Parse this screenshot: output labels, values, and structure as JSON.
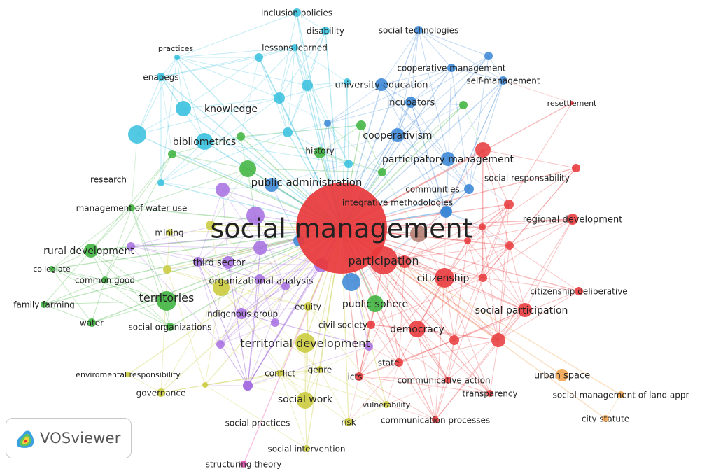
{
  "app": {
    "name": "VOSviewer",
    "logo_icon": "vosviewer-density-map-icon"
  },
  "colors": {
    "red": "#e8383b",
    "blue": "#3a86d6",
    "cyan": "#36c0de",
    "green": "#3cb33c",
    "purple": "#a66ee0",
    "yellow": "#c9ca3b",
    "orange": "#f0a24a",
    "pink": "#e54fb0",
    "brown": "#b07a6e"
  },
  "network": {
    "nodes": [
      {
        "id": "social_management",
        "label": "social management",
        "color": "red",
        "weight": 10
      },
      {
        "id": "participation",
        "label": "participation",
        "color": "red",
        "weight": 6
      },
      {
        "id": "citizenship",
        "label": "citizenship",
        "color": "red",
        "weight": 5
      },
      {
        "id": "social_participation",
        "label": "social participation",
        "color": "red",
        "weight": 4
      },
      {
        "id": "democracy",
        "label": "democracy",
        "color": "red",
        "weight": 4
      },
      {
        "id": "regional_development",
        "label": "regional development",
        "color": "red",
        "weight": 3
      },
      {
        "id": "social_responsability",
        "label": "social responsability",
        "color": "red",
        "weight": 2
      },
      {
        "id": "resettlement",
        "label": "resettlement",
        "color": "red",
        "weight": 1
      },
      {
        "id": "citizenship_deliberative",
        "label": "citizenship deliberative",
        "color": "red",
        "weight": 2
      },
      {
        "id": "state",
        "label": "state",
        "color": "red",
        "weight": 2
      },
      {
        "id": "icts",
        "label": "icts",
        "color": "red",
        "weight": 2
      },
      {
        "id": "communicative_action",
        "label": "communicative action",
        "color": "red",
        "weight": 2
      },
      {
        "id": "transparency",
        "label": "transparency",
        "color": "red",
        "weight": 2
      },
      {
        "id": "communication_processes",
        "label": "communication processes",
        "color": "red",
        "weight": 2
      },
      {
        "id": "civil_society",
        "label": "civil society",
        "color": "red",
        "weight": 2
      },
      {
        "id": "participatory_management",
        "label": "participatory management",
        "color": "blue",
        "weight": 4
      },
      {
        "id": "cooperativism",
        "label": "cooperativism",
        "color": "blue",
        "weight": 3
      },
      {
        "id": "university_education",
        "label": "university education",
        "color": "blue",
        "weight": 3
      },
      {
        "id": "incubators",
        "label": "incubators",
        "color": "blue",
        "weight": 3
      },
      {
        "id": "cooperative_management",
        "label": "cooperative management",
        "color": "blue",
        "weight": 2
      },
      {
        "id": "self_management",
        "label": "self-management",
        "color": "blue",
        "weight": 2
      },
      {
        "id": "social_technologies",
        "label": "social technologies",
        "color": "blue",
        "weight": 2
      },
      {
        "id": "communities",
        "label": "communities",
        "color": "blue",
        "weight": 2
      },
      {
        "id": "integrative_methodologies",
        "label": "integrative methodologies",
        "color": "blue",
        "weight": 2
      },
      {
        "id": "public_administration",
        "label": "public administration",
        "color": "blue",
        "weight": 4
      },
      {
        "id": "knowledge",
        "label": "knowledge",
        "color": "cyan",
        "weight": 3
      },
      {
        "id": "bibliometrics",
        "label": "bibliometrics",
        "color": "cyan",
        "weight": 3
      },
      {
        "id": "enapegs",
        "label": "enapegs",
        "color": "cyan",
        "weight": 2
      },
      {
        "id": "practices",
        "label": "practices",
        "color": "cyan",
        "weight": 1
      },
      {
        "id": "lessons_learned",
        "label": "lessons learned",
        "color": "cyan",
        "weight": 2
      },
      {
        "id": "disability",
        "label": "disability",
        "color": "cyan",
        "weight": 2
      },
      {
        "id": "inclusion_policies",
        "label": "inclusion policies",
        "color": "cyan",
        "weight": 2
      },
      {
        "id": "research",
        "label": "research",
        "color": "cyan",
        "weight": 1
      },
      {
        "id": "history",
        "label": "history",
        "color": "green",
        "weight": 2
      },
      {
        "id": "rural_development",
        "label": "rural development",
        "color": "green",
        "weight": 4
      },
      {
        "id": "territories",
        "label": "territories",
        "color": "green",
        "weight": 5
      },
      {
        "id": "public_sphere",
        "label": "public sphere",
        "color": "green",
        "weight": 4
      },
      {
        "id": "management_of_water_use",
        "label": "management of water use",
        "color": "green",
        "weight": 1
      },
      {
        "id": "collegiate",
        "label": "collegiate",
        "color": "green",
        "weight": 1
      },
      {
        "id": "common_good",
        "label": "common good",
        "color": "green",
        "weight": 2
      },
      {
        "id": "family_farming",
        "label": "family farming",
        "color": "green",
        "weight": 2
      },
      {
        "id": "water",
        "label": "water",
        "color": "green",
        "weight": 2
      },
      {
        "id": "social_organizations",
        "label": "social organizations",
        "color": "green",
        "weight": 2
      },
      {
        "id": "mining",
        "label": "mining",
        "color": "yellow",
        "weight": 1
      },
      {
        "id": "third_sector",
        "label": "third sector",
        "color": "purple",
        "weight": 3
      },
      {
        "id": "organizational_analysis",
        "label": "organizational analysis",
        "color": "yellow",
        "weight": 3
      },
      {
        "id": "indigenous_group",
        "label": "indigenous group",
        "color": "purple",
        "weight": 2
      },
      {
        "id": "equity",
        "label": "equity",
        "color": "yellow",
        "weight": 2
      },
      {
        "id": "territorial_development",
        "label": "territorial development",
        "color": "yellow",
        "weight": 5
      },
      {
        "id": "enviromental_responsibility",
        "label": "enviromental responsibility",
        "color": "yellow",
        "weight": 1
      },
      {
        "id": "conflict",
        "label": "conflict",
        "color": "yellow",
        "weight": 2
      },
      {
        "id": "genre",
        "label": "genre",
        "color": "yellow",
        "weight": 2
      },
      {
        "id": "governance",
        "label": "governance",
        "color": "yellow",
        "weight": 2
      },
      {
        "id": "social_work",
        "label": "social work",
        "color": "yellow",
        "weight": 4
      },
      {
        "id": "social_practices",
        "label": "social practices",
        "color": "purple",
        "weight": 2
      },
      {
        "id": "vulnerability",
        "label": "vulnerability",
        "color": "yellow",
        "weight": 2
      },
      {
        "id": "risk",
        "label": "risk",
        "color": "yellow",
        "weight": 2
      },
      {
        "id": "social_intervention",
        "label": "social intervention",
        "color": "yellow",
        "weight": 2
      },
      {
        "id": "structuring_theory",
        "label": "structuring theory",
        "color": "pink",
        "weight": 2
      },
      {
        "id": "urban_space",
        "label": "urban space",
        "color": "orange",
        "weight": 3
      },
      {
        "id": "social_management_of_land",
        "label": "social management of land appr",
        "color": "orange",
        "weight": 2
      },
      {
        "id": "city_statute",
        "label": "city statute",
        "color": "orange",
        "weight": 2
      }
    ]
  }
}
